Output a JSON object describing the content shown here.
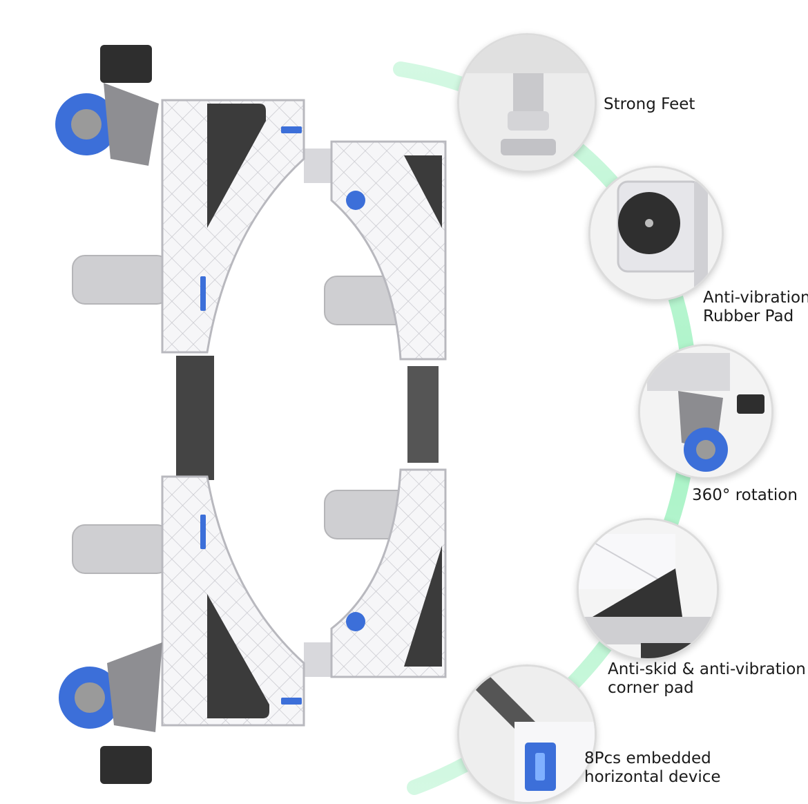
{
  "features": [
    {
      "id": "strong-feet",
      "lines": [
        "Strong Feet"
      ]
    },
    {
      "id": "rubber-pad",
      "lines": [
        "Anti-vibration",
        "Rubber Pad"
      ]
    },
    {
      "id": "rotation",
      "lines": [
        "360° rotation"
      ]
    },
    {
      "id": "corner-pad",
      "lines": [
        "Anti-skid & anti-vibration",
        "corner pad"
      ]
    },
    {
      "id": "horizontal-device",
      "lines": [
        "8Pcs embedded",
        "horizontal device"
      ]
    }
  ],
  "colors": {
    "accent_glow": "#9ff2c3",
    "frame": "#e9e9ec",
    "pad": "#3b3b3b",
    "wheel": "#3c6fd9",
    "metal": "#9a9a9a"
  }
}
